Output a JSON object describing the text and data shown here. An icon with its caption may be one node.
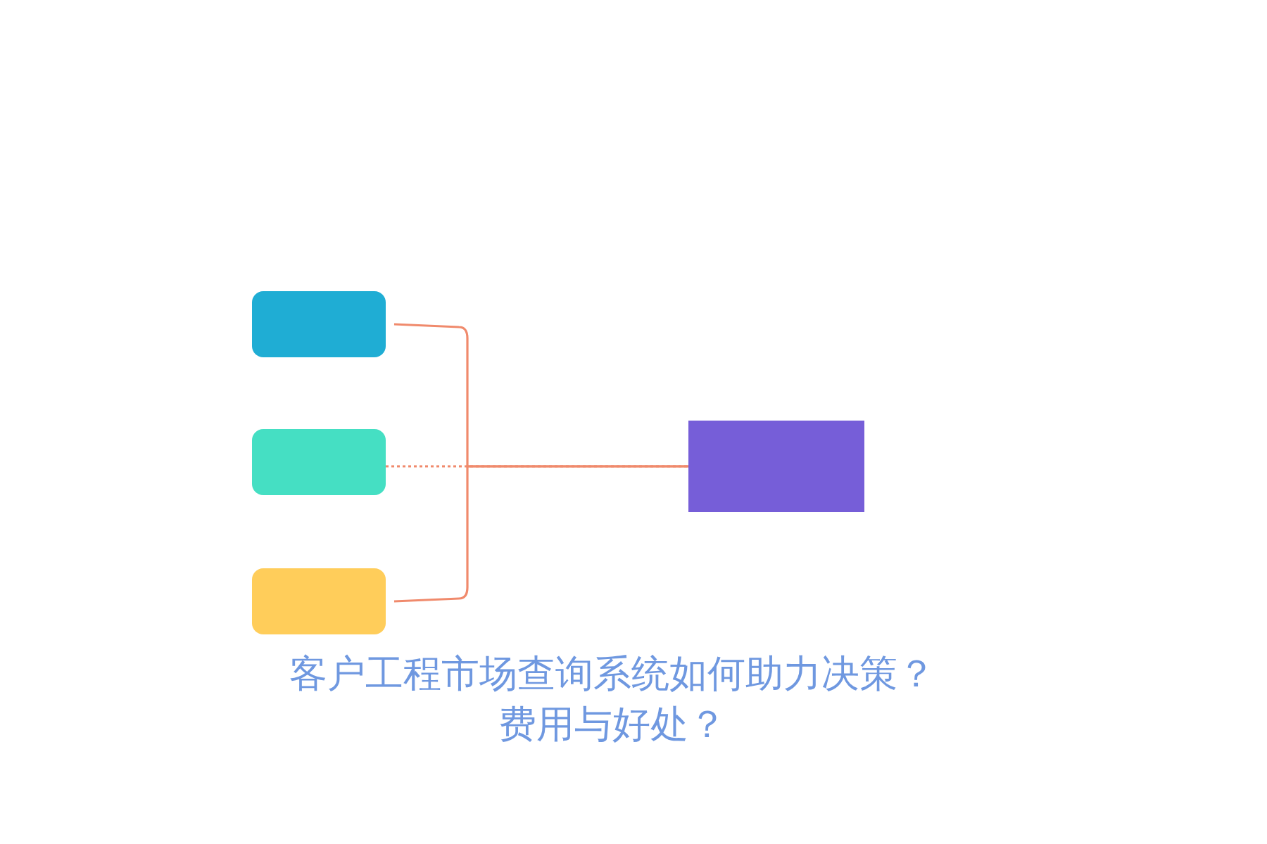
{
  "diagram": {
    "title": "客户工程市场查询系统如何助力决策？费用与好处？",
    "nodes": [
      {
        "text": [],
        "shape": "box"
      },
      {
        "text": [],
        "shape": "box"
      },
      {
        "text": [],
        "shape": "box"
      },
      {
        "text": [],
        "shape": "box"
      }
    ],
    "edges": [
      {
        "from": 0,
        "to": 3,
        "arrow": "none"
      },
      {
        "from": 1,
        "to": 3,
        "arrow": "none",
        "style": "dashed"
      },
      {
        "from": 2,
        "to": 3,
        "arrow": "none"
      }
    ]
  }
}
